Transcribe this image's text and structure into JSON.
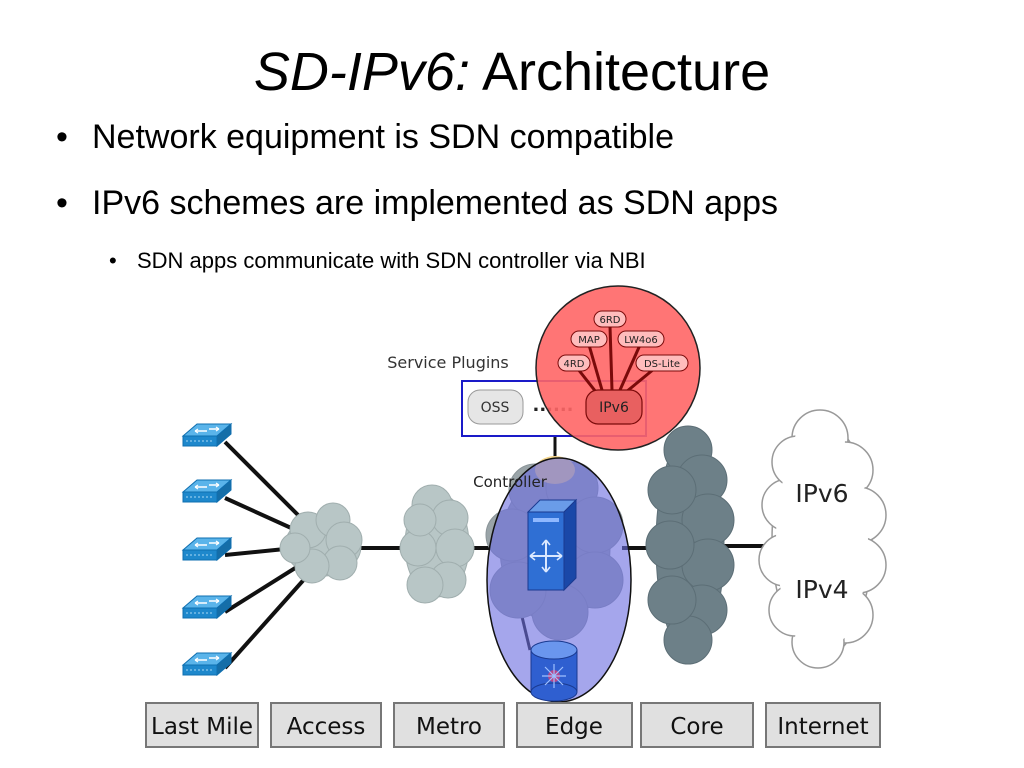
{
  "title": {
    "italic": "SD-IPv6:",
    "rest": "Architecture"
  },
  "bullets": [
    "Network equipment is SDN compatible",
    "IPv6 schemes are implemented as SDN apps"
  ],
  "sub_bullets": [
    "SDN apps communicate with SDN controller via NBI"
  ],
  "bullet_glyph": "•",
  "diagram": {
    "service_plugins_label": "Service Plugins",
    "controller_label": "Controller",
    "plugins": {
      "oss": "OSS",
      "dots": "......",
      "ipv6": "IPv6"
    },
    "schemes": {
      "s6rd": "6RD",
      "map": "MAP",
      "lw4o6": "LW4o6",
      "r4rd": "4RD",
      "dslite": "DS-Lite"
    },
    "internet_labels": {
      "ipv6": "IPv6",
      "ipv4": "IPv4"
    },
    "segments": [
      "Last Mile",
      "Access",
      "Metro",
      "Edge",
      "Core",
      "Internet"
    ],
    "colors": {
      "plugin_highlight": "#ff6666",
      "edge_highlight": "#6d6fe0",
      "plugin_box_border": "#1a1ac8",
      "switch_blue": "#1e90d8",
      "cloud_gray": "#b8c4c4",
      "core_cloud": "#6d8088"
    },
    "icons": [
      "switch-icon",
      "cloud-icon",
      "server-icon",
      "router-icon"
    ]
  }
}
